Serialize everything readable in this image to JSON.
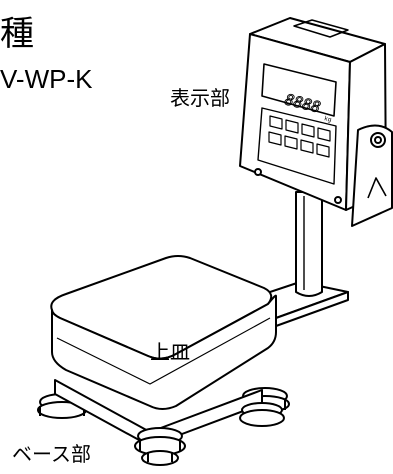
{
  "header": {
    "title_char": "種",
    "model_text": "V-WP-K"
  },
  "labels": {
    "display": "表示部",
    "pan": "上皿",
    "base": "ベース部"
  },
  "display_panel": {
    "readout": "8888",
    "unit": "kg"
  },
  "colors": {
    "line": "#000000",
    "fill": "#ffffff"
  }
}
